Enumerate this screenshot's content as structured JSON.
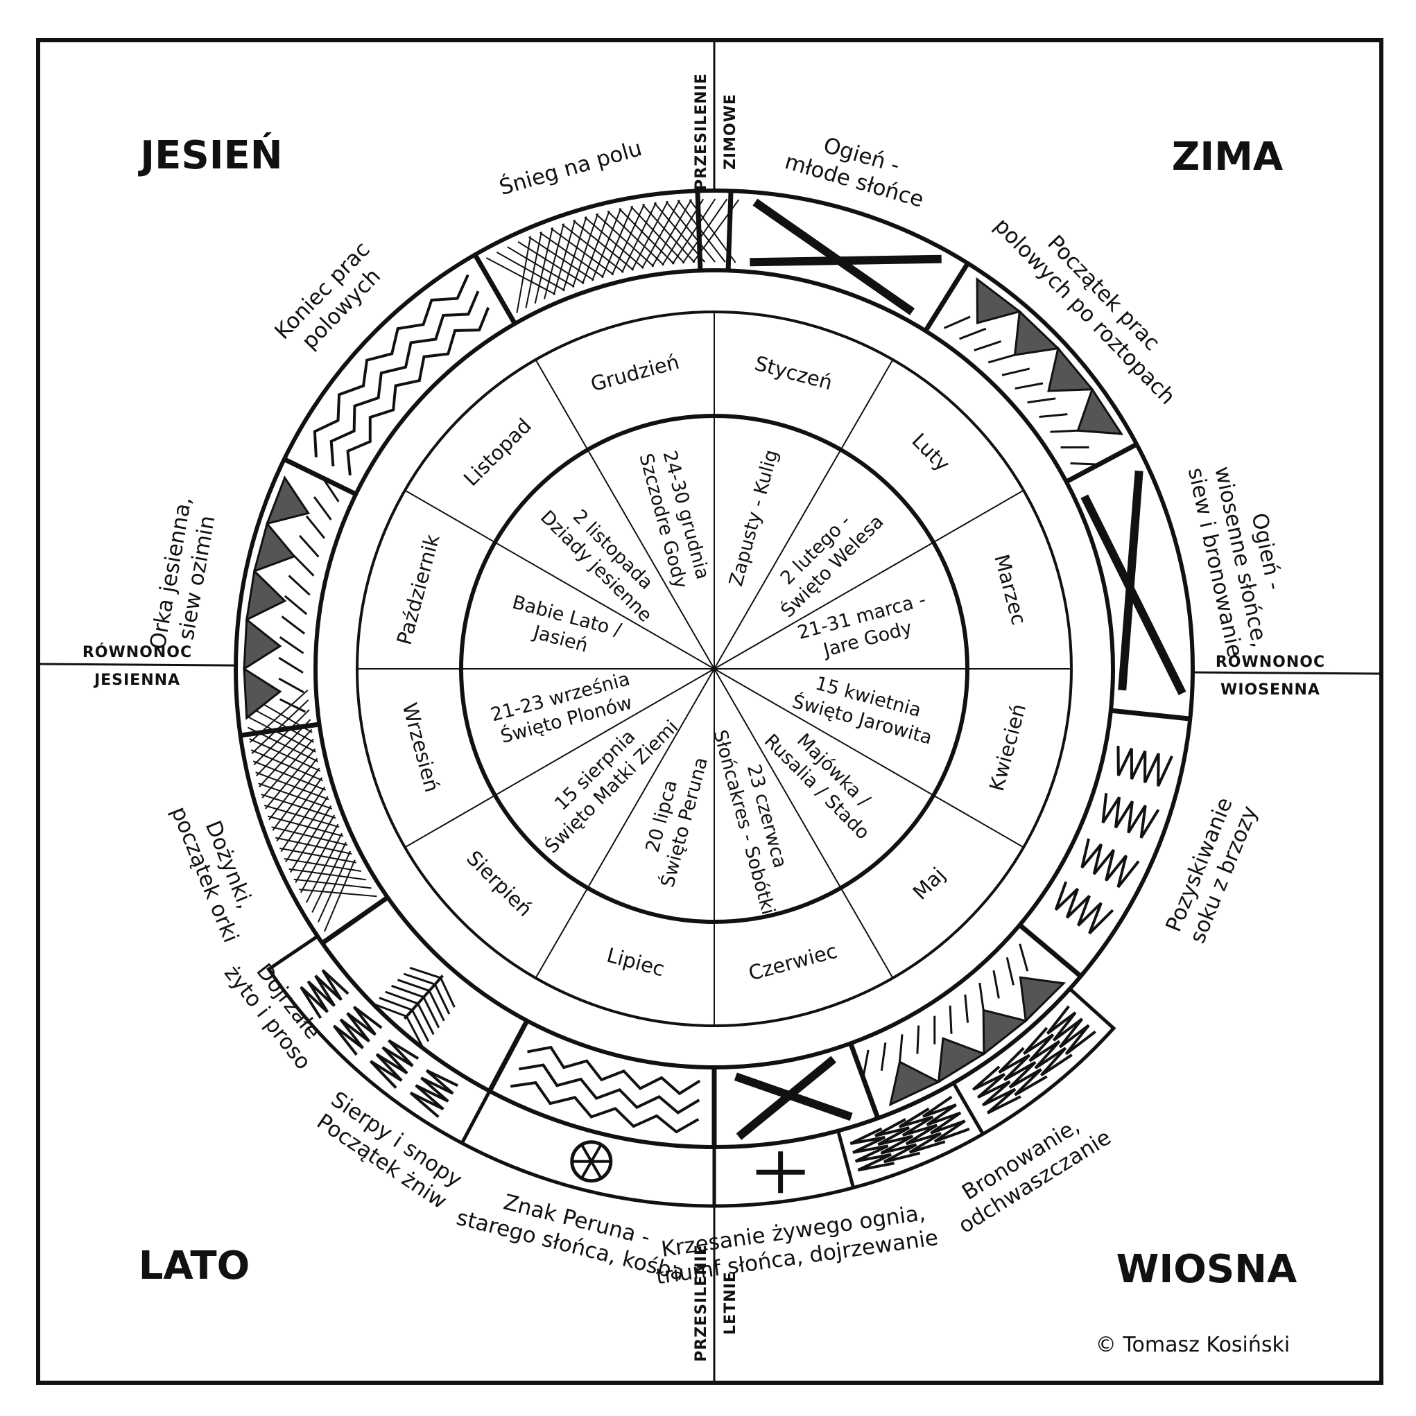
{
  "seasons": {
    "autumn": "JESIEŃ",
    "winter": "ZIMA",
    "summer": "LATO",
    "spring": "WIOSNA"
  },
  "markers": {
    "winter_solstice": [
      "PRZESILENIE",
      "ZIMOWE"
    ],
    "summer_solstice": [
      "PRZESILENIE",
      "LETNIE"
    ],
    "spring_equinox": [
      "RÓWNONOC",
      "WIOSENNA"
    ],
    "autumn_equinox": [
      "RÓWNONOC",
      "JESIENNA"
    ]
  },
  "months": [
    "Styczeń",
    "Luty",
    "Marzec",
    "Kwiecień",
    "Maj",
    "Czerwiec",
    "Lipiec",
    "Sierpień",
    "Wrzesień",
    "Październik",
    "Listopad",
    "Grudzień"
  ],
  "feasts": [
    [
      "Zapusty - Kulig"
    ],
    [
      "2 lutego -",
      "Święto Welesa"
    ],
    [
      "21-31 marca -",
      "Jare Gody"
    ],
    [
      "15 kwietnia",
      "Święto Jarowita"
    ],
    [
      "Majówka /",
      "Rusalia / Stado"
    ],
    [
      "23 czerwca",
      "Słońcakres - Sobótki"
    ],
    [
      "20 lipca",
      "Święto Peruna"
    ],
    [
      "15 sierpnia",
      "Święto Matki Ziemi"
    ],
    [
      "21-23 września",
      "Święto Plonów"
    ],
    [
      "Babie Lato /",
      "Jasień"
    ],
    [
      "2 listopada",
      "Dziady jesienne"
    ],
    [
      "24-30 grudnia",
      "Szczodre Gody"
    ]
  ],
  "activities": [
    [
      "Ogień -",
      "młode słońce"
    ],
    [
      "Początek prac",
      "polowych po roztopach"
    ],
    [
      "Ogień -",
      "wiosenne słońce,",
      "siew i bronowanie"
    ],
    [
      "Pozyskiwanie",
      "soku z brzozy"
    ],
    [
      "Bronowanie,",
      "odchwaszczanie"
    ],
    [
      "Krzesanie żywego ognia,",
      "triumf słońca, dojrzewanie"
    ],
    [
      "Znak Peruna -",
      "starego słońca, kośba"
    ],
    [
      "Sierpy i snopy",
      "Początek żniw"
    ],
    [
      "Dojrzałe",
      "żyto i proso"
    ],
    [
      "Dożynki,",
      "początek orki"
    ],
    [
      "Orka jesienna,",
      "siew ozimin"
    ],
    [
      "Koniec prac",
      "polowych"
    ],
    [
      "Śnieg na polu"
    ]
  ],
  "copyright": "© Tomasz Kosiński"
}
